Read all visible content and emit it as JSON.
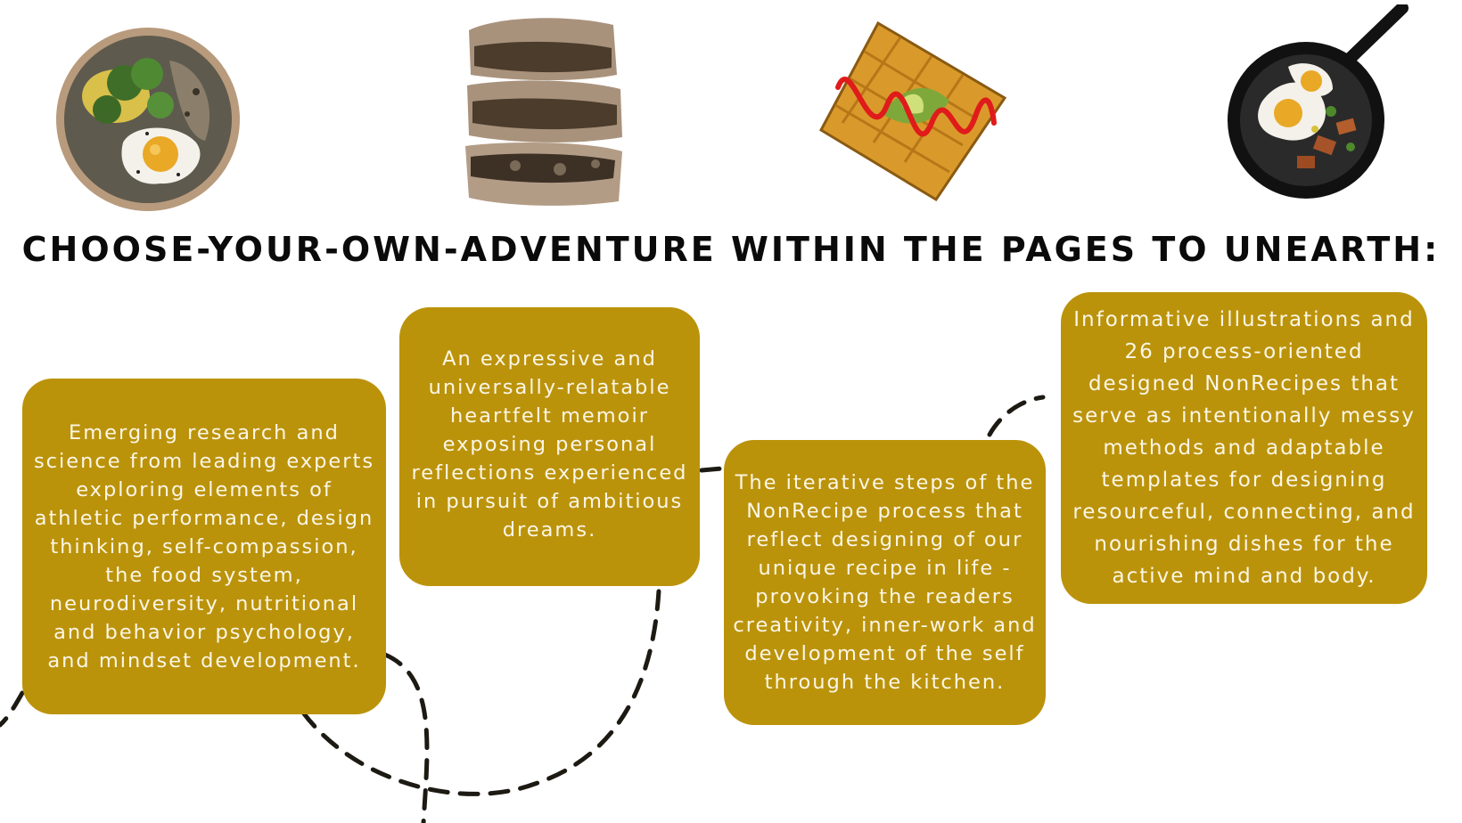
{
  "headline": "CHOOSE-YOUR-OWN-ADVENTURE WITHIN THE PAGES TO UNEARTH:",
  "illustrations": [
    {
      "name": "egg-greens-bowl-icon"
    },
    {
      "name": "stacked-bars-icon"
    },
    {
      "name": "avocado-waffle-icon"
    },
    {
      "name": "skillet-hash-icon"
    }
  ],
  "cards": [
    {
      "text": "Emerging research and science from leading experts exploring elements of athletic performance, design thinking, self-compassion, the food system, neurodiversity, nutritional and behavior psychology, and mindset development."
    },
    {
      "text": "An expressive and universally-relatable heartfelt memoir exposing personal reflections experienced in pursuit of ambitious dreams."
    },
    {
      "text": "The iterative steps of the NonRecipe process that reflect designing of our unique recipe in life - provoking the readers creativity, inner-work and development of the self through the kitchen."
    },
    {
      "text": "Informative illustrations and 26 process-oriented designed NonRecipes that serve as intentionally messy methods and adaptable templates for designing resourceful, connecting, and nourishing dishes for the active mind and body."
    }
  ],
  "colors": {
    "card_background": "#bb930b",
    "card_text": "#fbf6e6",
    "headline": "#0a0a0a",
    "dashed_path": "#1c1a12"
  }
}
